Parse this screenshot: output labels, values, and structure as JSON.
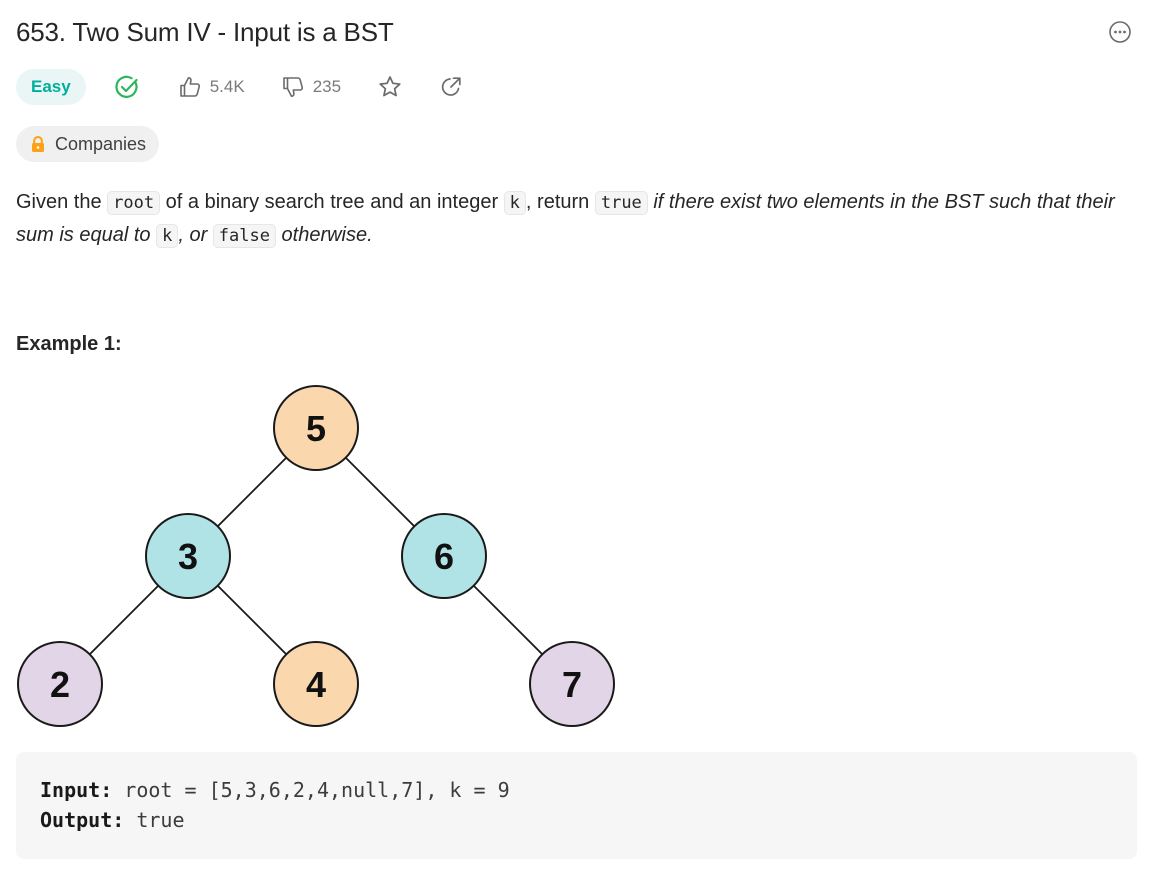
{
  "problem": {
    "title": "653. Two Sum IV - Input is a BST",
    "difficulty": "Easy",
    "likes": "5.4K",
    "dislikes": "235",
    "companies_label": "Companies"
  },
  "description": {
    "p1": "Given the ",
    "c1": "root",
    "p2": " of a binary search tree and an integer ",
    "c2": "k",
    "p3": ", return ",
    "c3": "true",
    "i1": " if there exist two elements in the BST such that their sum is equal to ",
    "c4": "k",
    "i2": ", or ",
    "c5": "false",
    "i3": " otherwise."
  },
  "example": {
    "heading": "Example 1:",
    "input_label": "Input:",
    "input_value": " root = [5,3,6,2,4,null,7], k = 9",
    "output_label": "Output:",
    "output_value": " true"
  },
  "tree": {
    "nodes": [
      {
        "value": "5",
        "color": "#fad7ad"
      },
      {
        "value": "3",
        "color": "#b0e3e6"
      },
      {
        "value": "6",
        "color": "#b0e3e6"
      },
      {
        "value": "2",
        "color": "#e1d5e7"
      },
      {
        "value": "4",
        "color": "#fad7ad"
      },
      {
        "value": "7",
        "color": "#e1d5e7"
      }
    ]
  },
  "colors": {
    "easy_text": "#00af9b",
    "easy_bg": "#e9f6f5",
    "solved_check": "#2db55d",
    "lock": "#ffa116"
  },
  "icons": [
    "solved-check-icon",
    "thumbs-up-icon",
    "thumbs-down-icon",
    "star-icon",
    "share-icon",
    "lock-icon",
    "more-options-icon"
  ]
}
